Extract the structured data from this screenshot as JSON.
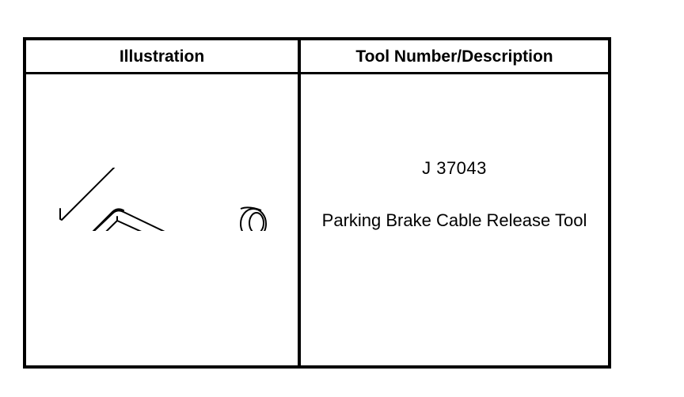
{
  "table": {
    "headers": {
      "illustration": "Illustration",
      "tool": "Tool Number/Description"
    },
    "rows": [
      {
        "illustration_icon": "parking-brake-cable-release-tool-icon",
        "tool_number": "J 37043",
        "description": "Parking Brake Cable Release Tool"
      }
    ]
  },
  "colors": {
    "line": "#000000",
    "background": "#ffffff"
  }
}
